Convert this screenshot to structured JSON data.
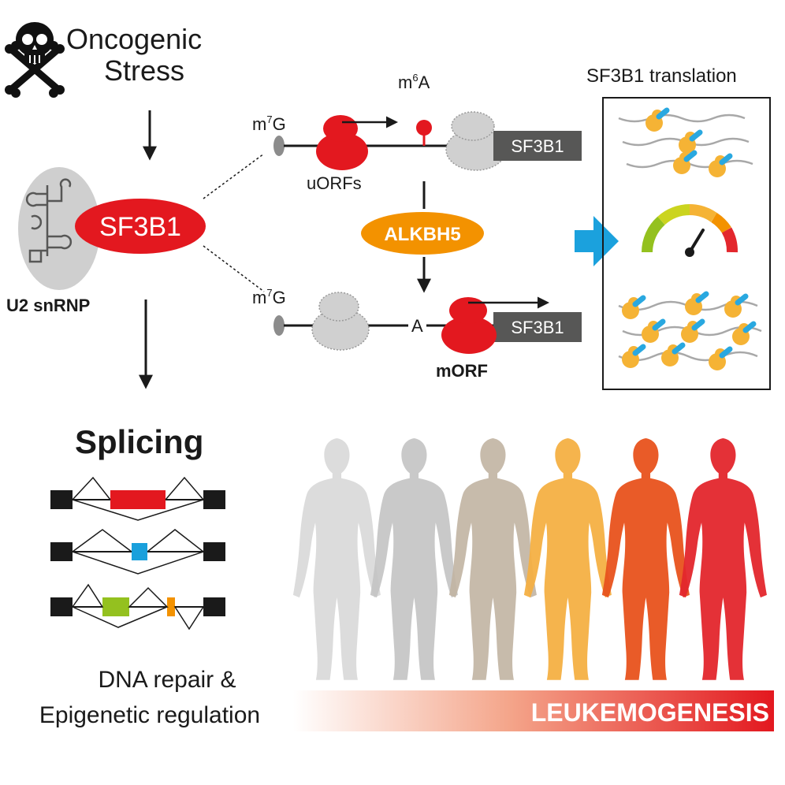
{
  "header": {
    "line1": "Oncogenic",
    "line2": "Stress",
    "icon": "skull-crossbones-icon"
  },
  "complex": {
    "protein": "SF3B1",
    "name": "U2 snRNP"
  },
  "mrna_top": {
    "cap": "m",
    "cap_sup": "7",
    "cap_end": "G",
    "mod": "m",
    "mod_sup": "6",
    "mod_end": "A",
    "uorf_label": "uORFs",
    "gene": "SF3B1"
  },
  "enzyme": "ALKBH5",
  "mrna_bottom": {
    "cap": "m",
    "cap_sup": "7",
    "cap_end": "G",
    "base": "A",
    "morf_label": "mORF",
    "gene": "SF3B1"
  },
  "translation": {
    "title": "SF3B1 translation",
    "gauge_icon": "speedometer-icon",
    "colors": {
      "ribosome": "#f5b335",
      "peptide": "#29a8e0",
      "mrna": "#a8a8a8"
    }
  },
  "splicing": {
    "title": "Splicing",
    "outcome_line1": "DNA repair &",
    "outcome_line2": "Epigenetic regulation",
    "exon_colors": [
      "#e3181f",
      "#1aa0dc",
      "#94c11f",
      "#f39200"
    ]
  },
  "progression": {
    "label": "LEUKEMOGENESIS",
    "figure_colors": [
      "#d9d9d9",
      "#c4c4c4",
      "#c2b4a3",
      "#f5b044",
      "#e8531d",
      "#e3272d"
    ]
  },
  "colors": {
    "red": "#e3181f",
    "orange": "#f39200",
    "blue": "#1ba1dd",
    "dark_gray": "#575756",
    "light_gray": "#d0d0d0"
  }
}
